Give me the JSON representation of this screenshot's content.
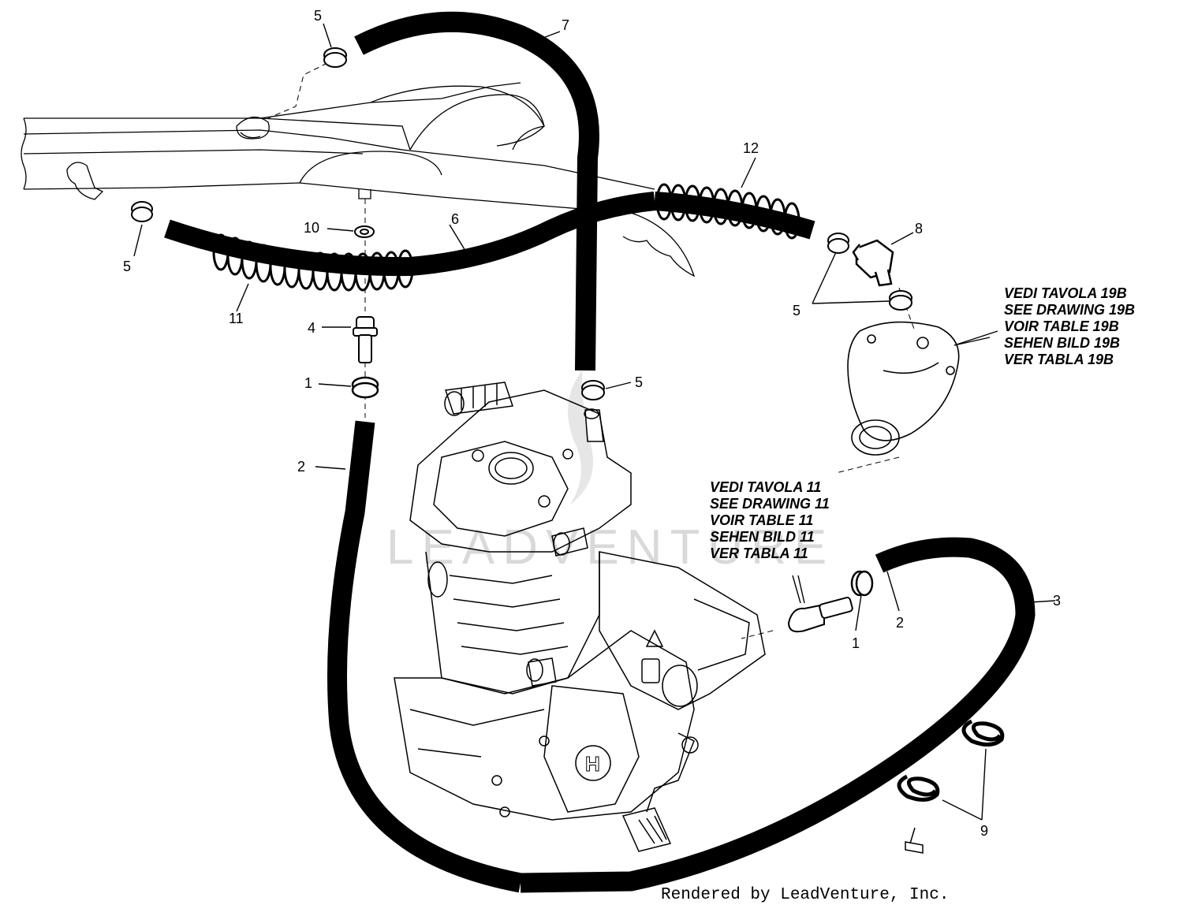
{
  "callouts": {
    "c1a": "1",
    "c1b": "1",
    "c2a": "2",
    "c2b": "2",
    "c3": "3",
    "c4": "4",
    "c5a": "5",
    "c5b": "5",
    "c5c": "5",
    "c5d": "5",
    "c6": "6",
    "c7": "7",
    "c8": "8",
    "c9": "9",
    "c10": "10",
    "c11": "11",
    "c12": "12"
  },
  "reference_19b": [
    "VEDI TAVOLA 19B",
    "SEE DRAWING 19B",
    "VOIR TABLE 19B",
    "SEHEN BILD 19B",
    "VER TABLA 19B"
  ],
  "reference_11": [
    "VEDI TAVOLA 11",
    "SEE DRAWING 11",
    "VOIR TABLE 11",
    "SEHEN BILD 11",
    "VER TABLA 11"
  ],
  "watermark": "LEADVENTURE",
  "footer": "Rendered by LeadVenture, Inc.",
  "colors": {
    "line": "#000000",
    "hose": "#000000",
    "watermark": "#d9d9d9",
    "background": "#ffffff"
  }
}
